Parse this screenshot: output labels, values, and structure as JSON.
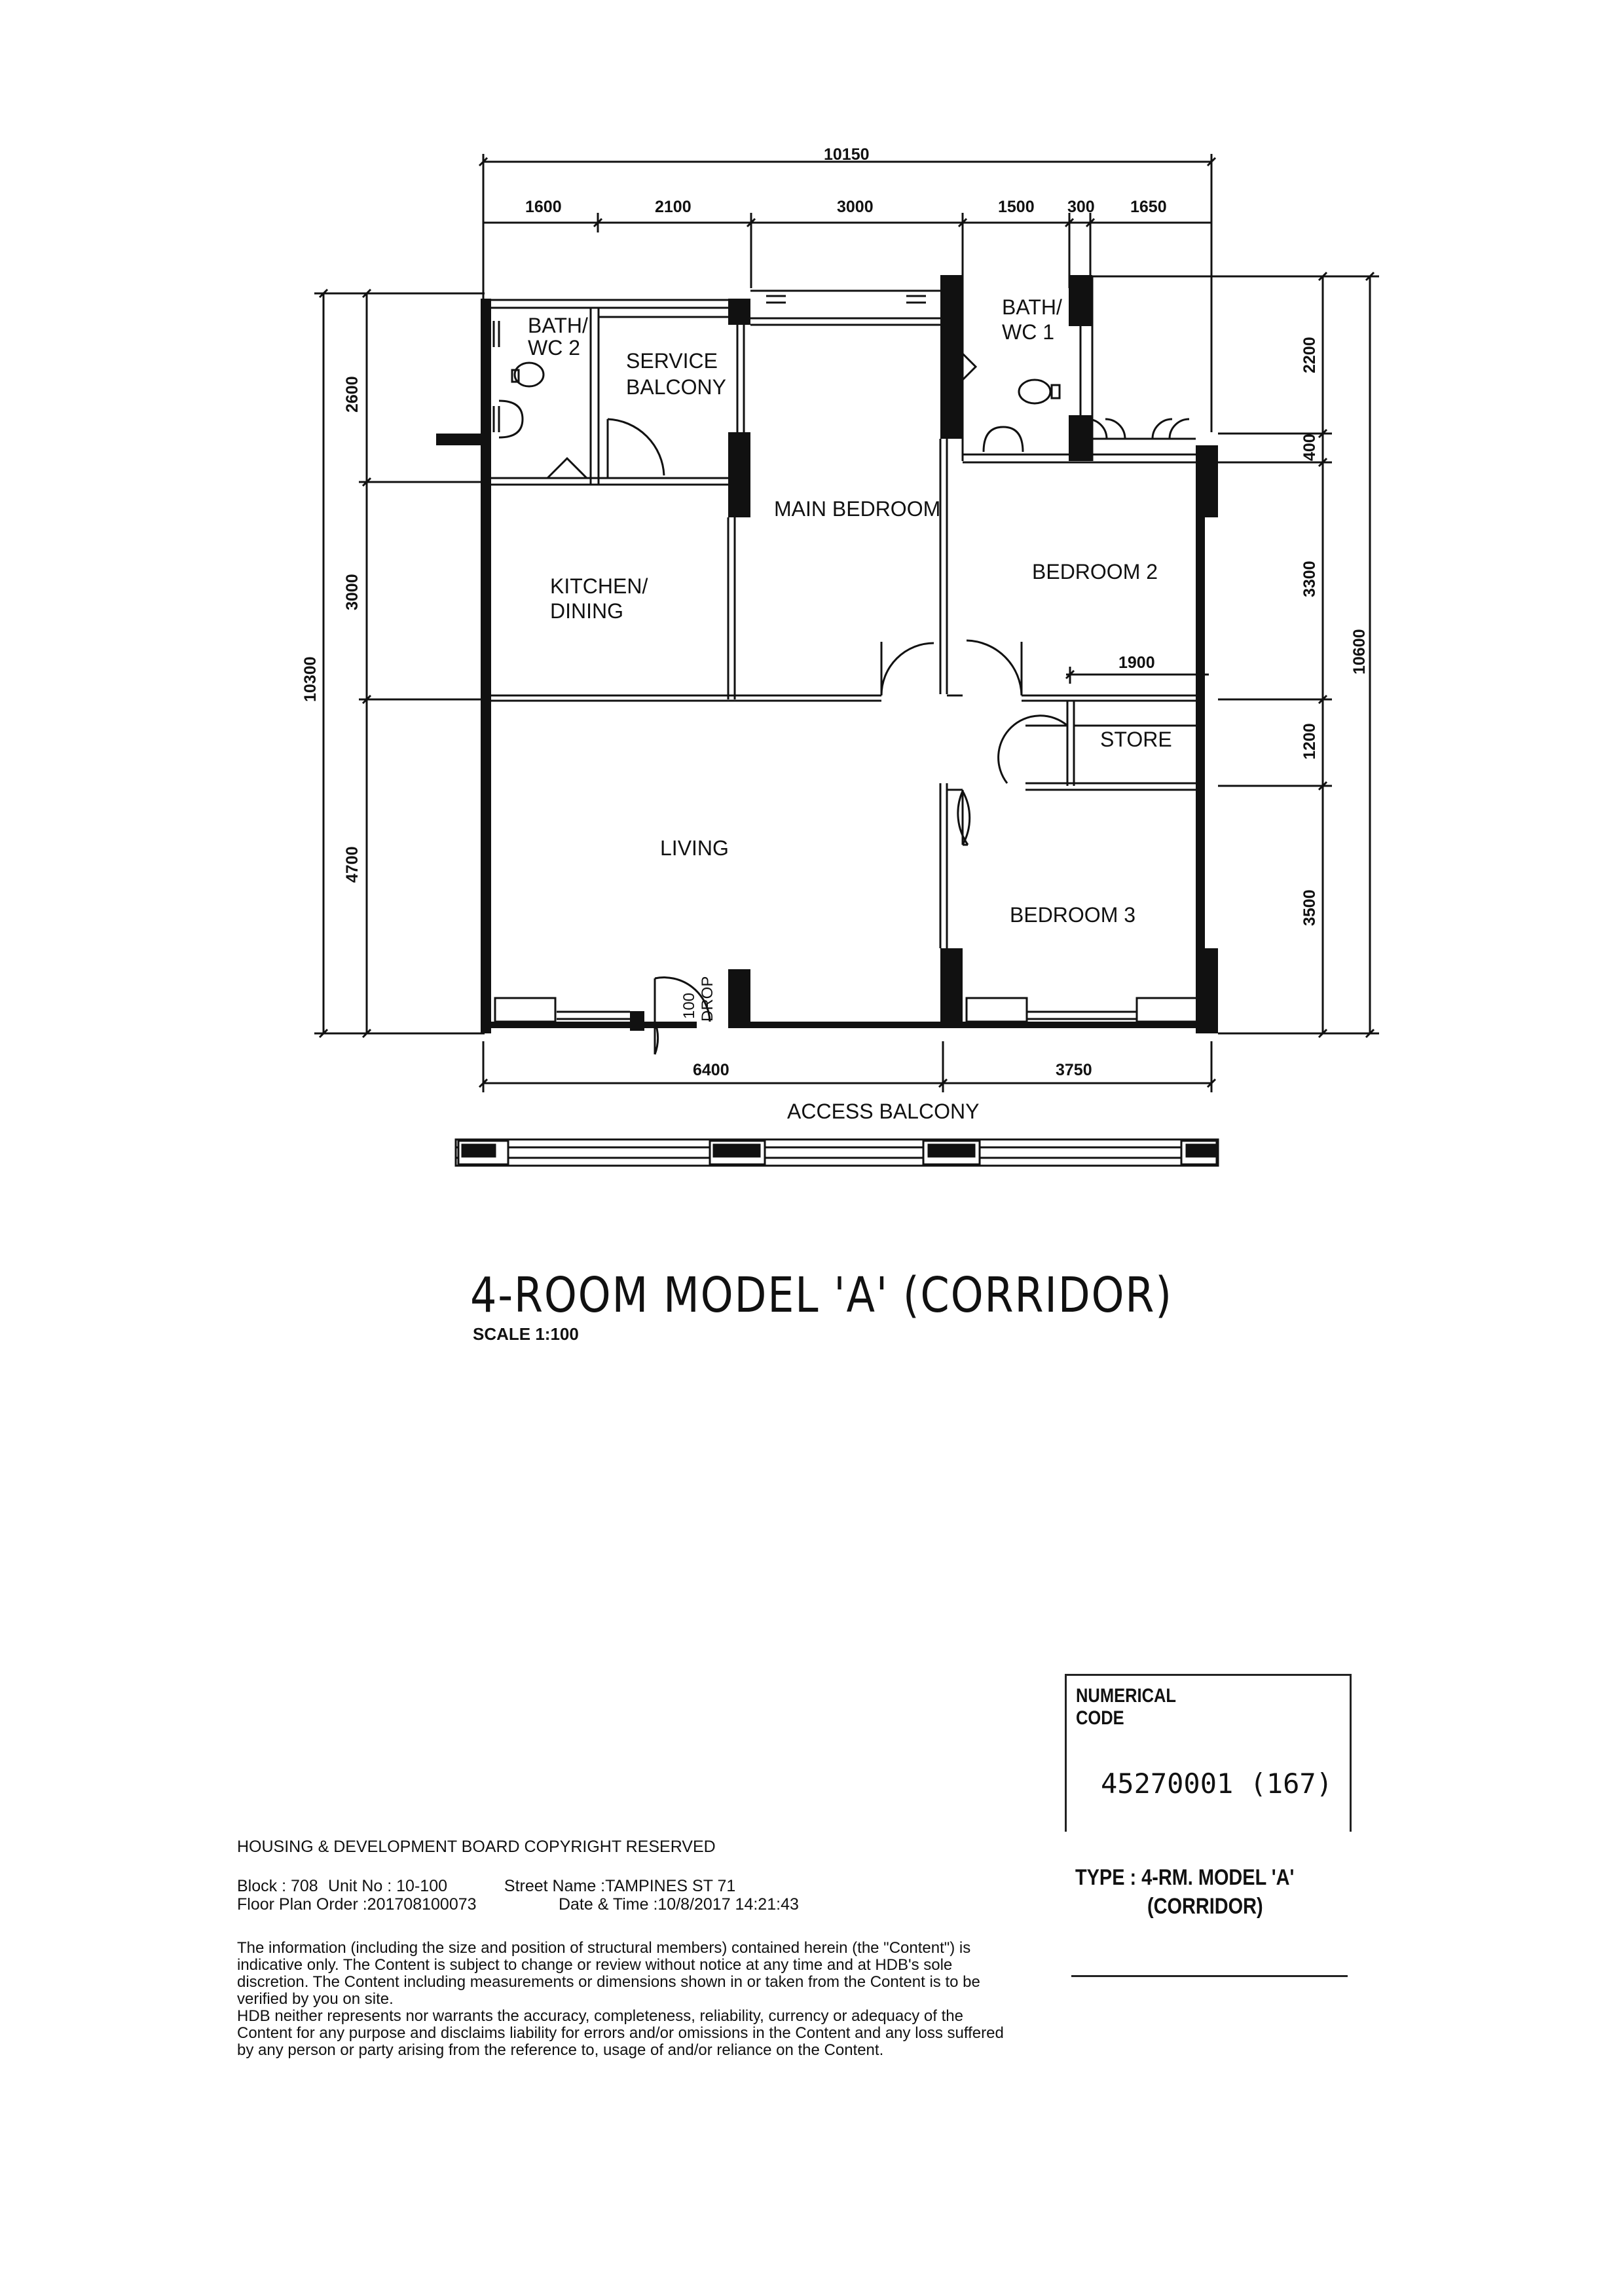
{
  "plan": {
    "dimensions_top": {
      "overall": "10150",
      "segments": [
        "1600",
        "2100",
        "3000",
        "1500",
        "300",
        "1650"
      ]
    },
    "dimensions_left": {
      "overall": "10300",
      "segments": [
        "2600",
        "3000",
        "4700"
      ]
    },
    "dimensions_right": {
      "overall": "10600",
      "segments": [
        "2200",
        "400",
        "3300",
        "1200",
        "3500"
      ]
    },
    "dimensions_bottom": {
      "segments": [
        "6400",
        "3750"
      ]
    },
    "inner_dimension": "1900",
    "rooms": {
      "bath_wc2": [
        "BATH/",
        "WC 2"
      ],
      "service_balcony": [
        "SERVICE",
        "BALCONY"
      ],
      "main_bedroom": "MAIN BEDROOM",
      "bath_wc1": [
        "BATH/",
        "WC 1"
      ],
      "kitchen_dining": [
        "KITCHEN/",
        "DINING"
      ],
      "bedroom2": "BEDROOM 2",
      "store": "STORE",
      "living": "LIVING",
      "bedroom3": "BEDROOM 3",
      "drop": "DROP",
      "drop_value": "100",
      "access_balcony": "ACCESS BALCONY"
    }
  },
  "title": "4-ROOM MODEL 'A' (CORRIDOR)",
  "scale": "SCALE  1:100",
  "info": {
    "header": "HOUSING & DEVELOPMENT BOARD  COPYRIGHT RESERVED",
    "block": "Block :  708",
    "unit": "Unit No :  10-100",
    "street": "Street Name :TAMPINES ST 71",
    "order": "Floor Plan Order :201708100073",
    "datetime": "Date & Time :10/8/2017  14:21:43",
    "disclaimer1": "The information (including the size and position of structural members) contained herein (the \"Content\") is indicative only. The Content is subject to change or review without notice at any time and at HDB's sole discretion. The Content including measurements or dimensions shown in or taken from the Content is to be verified by you on site.",
    "disclaimer2": "HDB neither represents nor warrants the accuracy, completeness, reliability, currency or adequacy of the Content for any purpose and disclaims liability for errors and/or omissions in the Content and any loss suffered by any person or party arising from the reference to, usage of and/or reliance on the Content."
  },
  "code_box": {
    "label_line1": "NUMERICAL",
    "label_line2": "CODE",
    "value": "45270001  (167)"
  },
  "type_box": {
    "line1": "TYPE :  4-RM. MODEL 'A'",
    "line2": "(CORRIDOR)"
  }
}
